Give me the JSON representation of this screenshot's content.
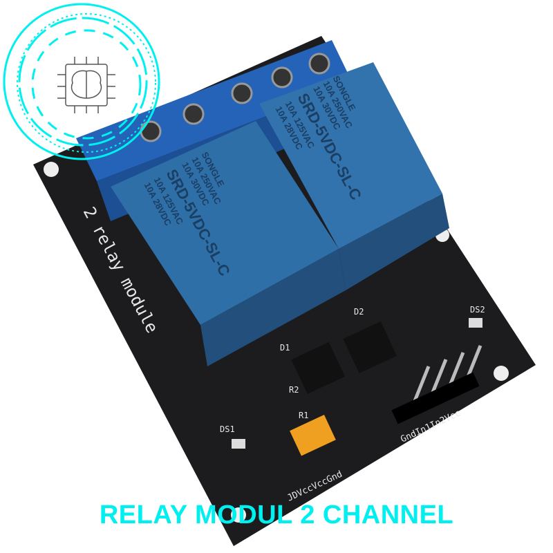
{
  "caption": "RELAY MODUL 2 CHANNEL",
  "logo": {
    "icon": "brain-chip-icon",
    "color": "#00f0f0"
  },
  "board": {
    "title": "2 relay module",
    "relays": [
      {
        "model": "SRD-5VDC-SL-C",
        "brand": "SONGLE",
        "rating1": "10A 250VAC",
        "rating2": "10A 30VDC",
        "rating3": "10A 125VAC",
        "rating4": "10A 28VDC"
      },
      {
        "model": "SRD-5VDC-SL-C",
        "brand": "SONGLE",
        "rating1": "10A 250VAC",
        "rating2": "10A 30VDC",
        "rating3": "10A 125VAC",
        "rating4": "10A 28VDC"
      }
    ],
    "labels": {
      "d1": "D1",
      "d2": "D2",
      "ds1": "DS1",
      "ds2": "DS2",
      "r1": "R1",
      "r2": "R2",
      "header_pins": "GndIn1In2Vcc",
      "jumper_pins": "JDVccVccGnd"
    }
  },
  "colors": {
    "board": "#1c1c1e",
    "relay": "#2f6fa8",
    "terminal": "#2563b8",
    "jumper": "#f0a020",
    "accent": "#00f0f0"
  }
}
